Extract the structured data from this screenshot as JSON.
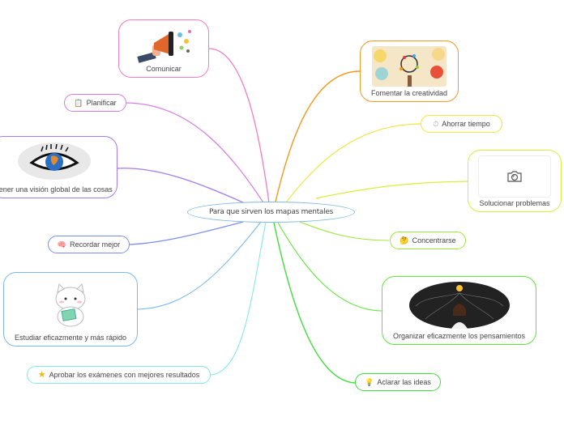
{
  "central_topic": "Para que sirven los mapas mentales",
  "colors": {
    "center_border": "#7fb7e3",
    "comunicar": "#f07cc8",
    "planificar": "#d77be8",
    "vision": "#a57bf0",
    "recordar": "#7b8ef0",
    "estudiar": "#7ab8f0",
    "aprobar": "#84e8f0",
    "creatividad": "#f39a1f",
    "ahorrar": "#f0e640",
    "solucionar": "#d9ee3c",
    "concentrarse": "#9ee83a",
    "organizar": "#5ee83a",
    "aclarar": "#3ee03a"
  },
  "branches": [
    {
      "id": "comunicar",
      "label": "Comunicar",
      "type": "image",
      "image": "megaphone-image"
    },
    {
      "id": "planificar",
      "label": "Planificar",
      "type": "icon",
      "icon": "clipboard-icon",
      "glyph": "📋"
    },
    {
      "id": "vision",
      "label": "Tener una visión global de las cosas",
      "type": "image",
      "image": "eye-globe-image"
    },
    {
      "id": "recordar",
      "label": "Recordar mejor",
      "type": "icon",
      "icon": "brain-icon",
      "glyph": "🧠"
    },
    {
      "id": "estudiar",
      "label": "Estudiar eficazmente y más rápido",
      "type": "image",
      "image": "cat-reading-image"
    },
    {
      "id": "aprobar",
      "label": "Aprobar los exámenes con mejores resultados",
      "type": "icon",
      "icon": "star-icon",
      "glyph": "★"
    },
    {
      "id": "creatividad",
      "label": "Fomentar la creatividad",
      "type": "image",
      "image": "creativity-lightbulb-image"
    },
    {
      "id": "ahorrar",
      "label": "Ahorrar tiempo",
      "type": "icon",
      "icon": "stopwatch-icon",
      "glyph": "⏱"
    },
    {
      "id": "solucionar",
      "label": "Solucionar problemas",
      "type": "image",
      "image": "camera-placeholder-icon"
    },
    {
      "id": "concentrarse",
      "label": "Concentrarse",
      "type": "icon",
      "icon": "thinking-face-icon",
      "glyph": "🤔"
    },
    {
      "id": "organizar",
      "label": "Organizar eficazmente los pensamientos",
      "type": "image",
      "image": "woman-thinking-image"
    },
    {
      "id": "aclarar",
      "label": "Aclarar las ideas",
      "type": "icon",
      "icon": "lightbulb-icon",
      "glyph": "💡"
    }
  ]
}
